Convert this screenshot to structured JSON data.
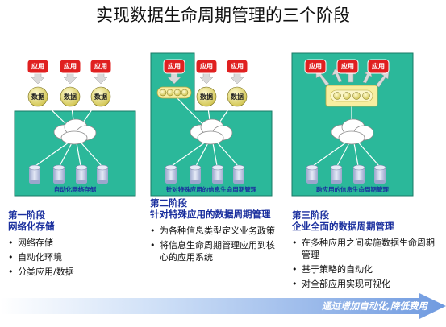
{
  "title": "实现数据生命周期管理的三个阶段",
  "icons": {
    "app_label": "应用",
    "data_label": "数据"
  },
  "stages": [
    {
      "box_label": "自动化网络存储",
      "stage_num": "第一阶段",
      "stage_title": "网络化存储",
      "bullets": [
        "网络存储",
        "自动化环境",
        "分类应用/数据"
      ]
    },
    {
      "box_label": "针对特殊应用的信息生命周期管理",
      "stage_num": "第二阶段",
      "stage_title": "针对特殊应用的数据周期管理",
      "bullets": [
        "为各种信息类型定义业务政策",
        "将信息生命周期管理应用到核心的应用系统"
      ]
    },
    {
      "box_label": "跨应用的信息生命周期管理",
      "stage_num": "第三阶段",
      "stage_title": "企业全面的数据周期管理",
      "bullets": [
        "在多种应用之间实施数据生命周期管理",
        "基于策略的自动化",
        "对全部应用实现可视化"
      ]
    }
  ],
  "bottom_arrow_label": "通过增加自动化,降低费用",
  "colors": {
    "green": "#2bb89a",
    "app_red": "#e02020",
    "data_yellow": "#e8e070",
    "arrow_blue": "#8fb3e6",
    "heading_blue": "#1a2f9e",
    "cylinder": "#c8d0e8"
  }
}
